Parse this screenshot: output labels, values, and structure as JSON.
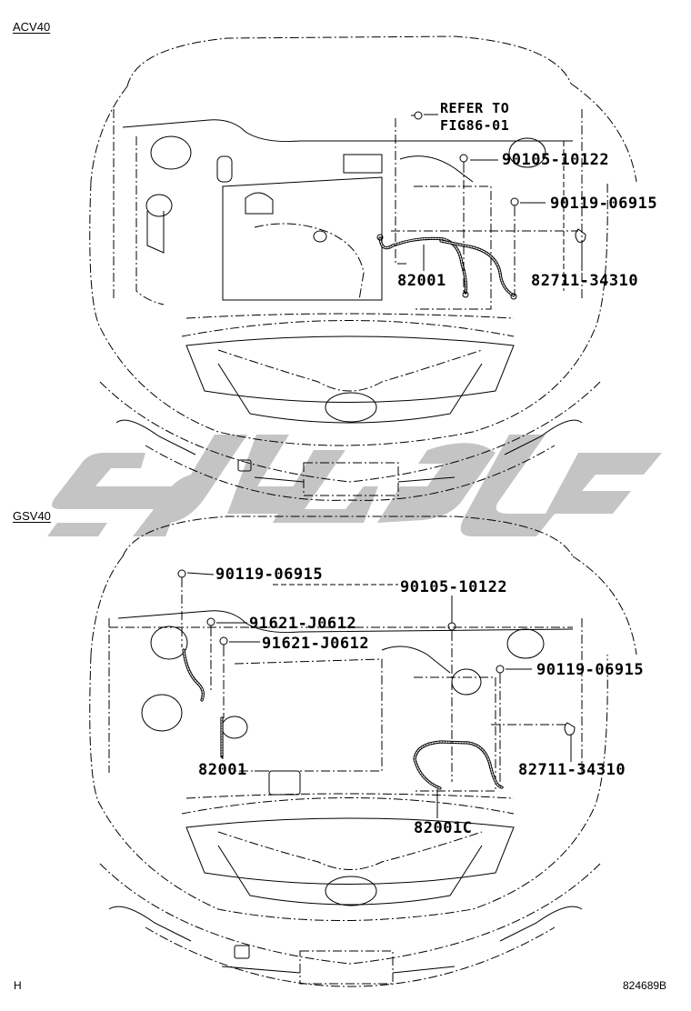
{
  "diagram": {
    "type": "parts-illustration",
    "subject": "Engine compartment ground wiring / battery cable routing (front view, hood open)",
    "watermark_color": "#c4c4c4",
    "line_color": "#000000",
    "background_color": "#ffffff"
  },
  "panels": [
    {
      "variant": "ACV40",
      "callouts": [
        {
          "part": "REFER TO\nFIG86-01",
          "kind": "reference"
        },
        {
          "part": "90105-10122",
          "kind": "bolt"
        },
        {
          "part": "90119-06915",
          "kind": "bolt"
        },
        {
          "part": "82001",
          "kind": "wire"
        },
        {
          "part": "82711-34310",
          "kind": "clamp"
        }
      ]
    },
    {
      "variant": "GSV40",
      "callouts": [
        {
          "part": "90119-06915",
          "kind": "bolt"
        },
        {
          "part": "90105-10122",
          "kind": "bolt"
        },
        {
          "part": "91621-J0612",
          "kind": "bolt"
        },
        {
          "part": "91621-J0612",
          "kind": "bolt"
        },
        {
          "part": "90119-06915",
          "kind": "bolt"
        },
        {
          "part": "82001",
          "kind": "wire"
        },
        {
          "part": "82711-34310",
          "kind": "clamp"
        },
        {
          "part": "82001C",
          "kind": "wire"
        }
      ]
    }
  ],
  "footer": {
    "left": "H",
    "right": "824689B"
  }
}
